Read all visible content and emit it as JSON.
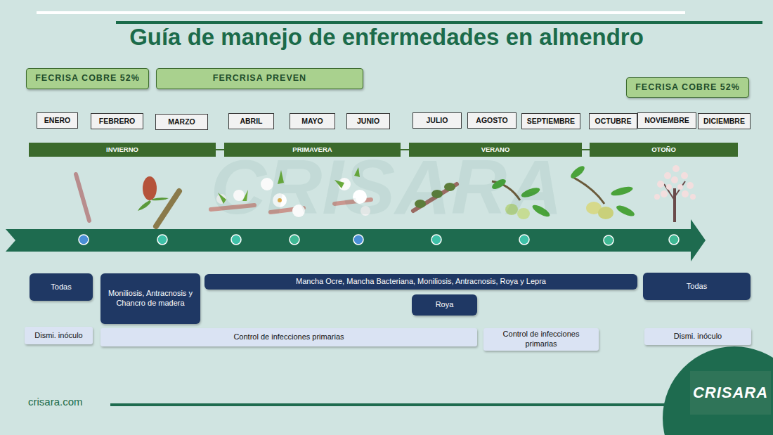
{
  "diagram": {
    "title": "Guía de manejo de enfermedades en almendro",
    "nodes": [
      {
        "text": [
          "FECRISA COBRE 52%"
        ]
      },
      {
        "text": [
          "FERCRISA PREVEN"
        ]
      },
      {
        "text": [
          "FECRISA COBRE 52%"
        ]
      },
      {
        "text": [
          "ENERO"
        ]
      },
      {
        "text": [
          "FEBRERO"
        ]
      },
      {
        "text": [
          "MARZO"
        ]
      },
      {
        "text": [
          "ABRIL"
        ]
      },
      {
        "text": [
          "MAYO"
        ]
      },
      {
        "text": [
          "JUNIO"
        ]
      },
      {
        "text": [
          "JULIO"
        ]
      },
      {
        "text": [
          "AGOSTO"
        ]
      },
      {
        "text": [
          "SEPTIEMBRE"
        ]
      },
      {
        "text": [
          "OCTUBRE"
        ]
      },
      {
        "text": [
          "NOVIEMBRE"
        ]
      },
      {
        "text": [
          "DICIEMBRE"
        ]
      },
      {
        "text": [
          "INVIERNO"
        ]
      },
      {
        "text": [
          "PRIMAVERA"
        ]
      },
      {
        "text": [
          "VERANO"
        ]
      },
      {
        "text": [
          "OTOÑO"
        ]
      },
      {
        "text": [
          "Todas"
        ]
      },
      {
        "text": [
          "Moniliosis, Antracnosis y Chancro de madera"
        ]
      },
      {
        "text": [
          "Mancha Ocre, Mancha Bacteriana, Moniliosis, Antracnosis, Roya y Lepra"
        ]
      },
      {
        "text": [
          "Roya"
        ]
      },
      {
        "text": [
          "Todas"
        ]
      },
      {
        "text": [
          "Dismi. inóculo"
        ]
      },
      {
        "text": [
          "Control de infecciones primarias"
        ]
      },
      {
        "text": [
          "Control de infecciones primarias"
        ]
      },
      {
        "text": [
          "Dismi. inóculo"
        ]
      },
      {
        "text": [
          "CRISARA"
        ]
      }
    ],
    "edges": [
      {
        "from": 15,
        "to": 16,
        "arrow": "none"
      },
      {
        "from": 16,
        "to": 17,
        "arrow": "none"
      },
      {
        "from": 17,
        "to": 18,
        "arrow": "none"
      }
    ],
    "labels": [
      "crisara.com",
      "CRISARA"
    ]
  }
}
